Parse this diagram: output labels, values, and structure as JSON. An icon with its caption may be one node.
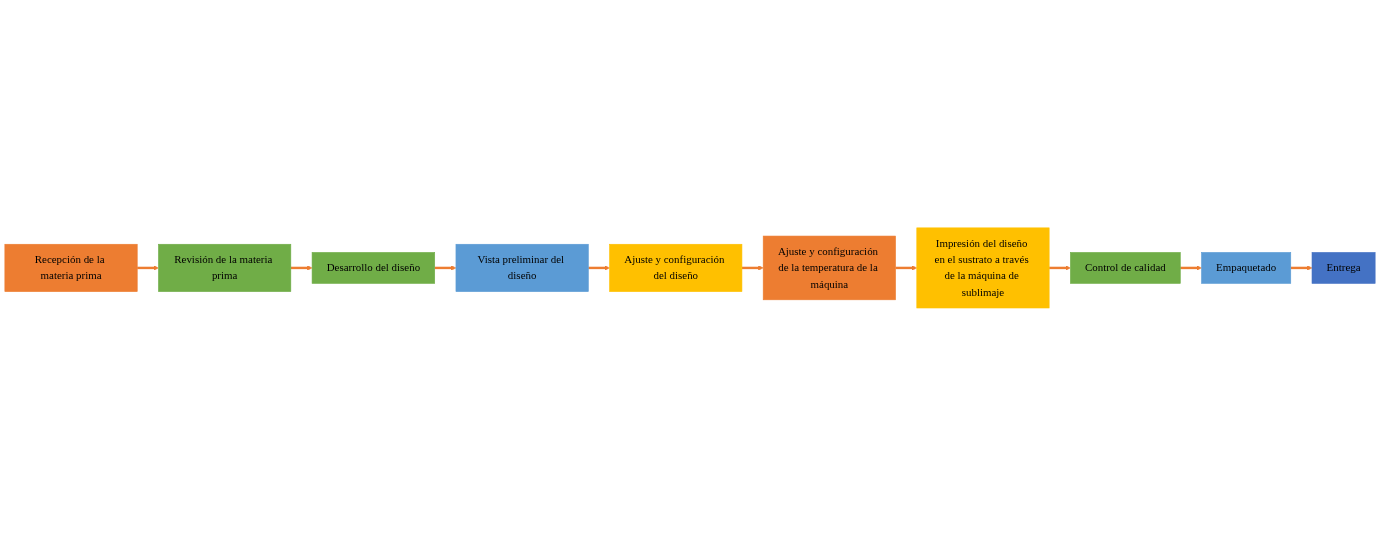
{
  "diagram": {
    "nodes": [
      {
        "text": [
          "Recepción de la materia prima"
        ]
      },
      {
        "text": [
          "Revisión de la materia prima"
        ]
      },
      {
        "text": [
          "Desarrollo del diseño"
        ]
      },
      {
        "text": [
          "Vista preliminar del diseño"
        ]
      },
      {
        "text": [
          "Ajuste y configuración del diseño"
        ]
      },
      {
        "text": [
          "Ajuste y configuración de la temperatura de la máquina"
        ]
      },
      {
        "text": [
          "Impresión del diseño en el sustrato a través de la máquina de sublimaje"
        ]
      },
      {
        "text": [
          "Control de calidad"
        ]
      },
      {
        "text": [
          "Empaquetado"
        ]
      },
      {
        "text": [
          "Entrega"
        ]
      }
    ],
    "edges": [
      {
        "from": 0,
        "to": 1,
        "arrow": "to"
      },
      {
        "from": 1,
        "to": 2,
        "arrow": "to"
      },
      {
        "from": 2,
        "to": 3,
        "arrow": "to"
      },
      {
        "from": 3,
        "to": 4,
        "arrow": "to"
      },
      {
        "from": 4,
        "to": 5,
        "arrow": "to"
      },
      {
        "from": 5,
        "to": 6,
        "arrow": "to"
      },
      {
        "from": 6,
        "to": 7,
        "arrow": "to"
      },
      {
        "from": 7,
        "to": 8,
        "arrow": "to"
      },
      {
        "from": 8,
        "to": 9,
        "arrow": "to"
      }
    ]
  }
}
